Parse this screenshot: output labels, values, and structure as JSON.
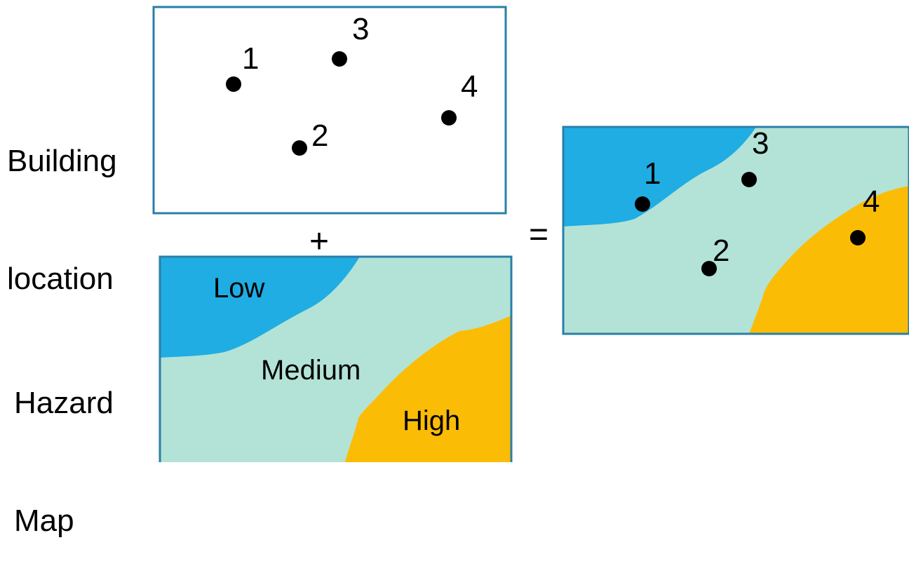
{
  "labels": {
    "building_line1": "Building",
    "building_line2": "location",
    "hazard_line1": "Hazard",
    "hazard_line2": "Map",
    "plus": "+",
    "equals": "="
  },
  "hazard_zones": {
    "low": "Low",
    "medium": "Medium",
    "high": "High"
  },
  "buildings": [
    "1",
    "2",
    "3",
    "4"
  ],
  "colors": {
    "low": "#1fade3",
    "medium": "#b3e3d6",
    "high": "#fbbc05",
    "frame": "#2a7fa8",
    "point": "#000000"
  }
}
